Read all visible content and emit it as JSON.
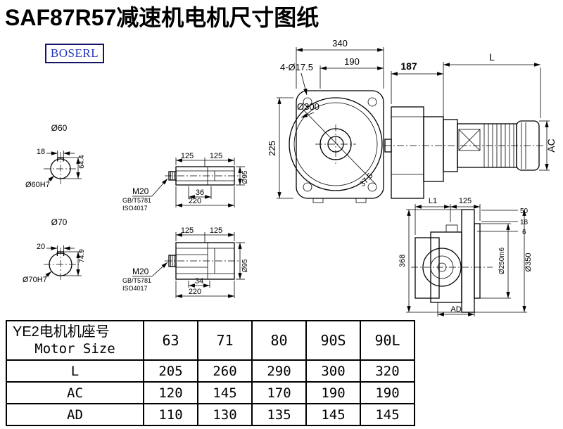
{
  "title": "SAF87R57减速机电机尺寸图纸",
  "logo": "BOSERL",
  "front_view": {
    "dim_width": "340",
    "dim_top": "190",
    "bolt_holes": "4-Ø17.5",
    "flange_dia": "Ø300",
    "dim_height": "225",
    "dim_angle": "37.5"
  },
  "side_view": {
    "dim_gearbox": "187",
    "dim_motor_len": "L",
    "dim_ac": "AC"
  },
  "shaft60": {
    "dia": "Ø60",
    "key_width": "18",
    "key_height": "64.4",
    "bore": "Ø60H7"
  },
  "shaft70": {
    "dia": "Ø70",
    "key_width": "20",
    "key_height": "74.9",
    "bore": "Ø70H7"
  },
  "shaft_top": {
    "dim_125a": "125",
    "dim_125b": "125",
    "thread": "M20",
    "std1": "GB/T5781",
    "std2": "ISO4017",
    "dim_key": "36",
    "dim_len": "220",
    "dia": "Ø95"
  },
  "shaft_bottom": {
    "dim_125a": "125",
    "dim_125b": "125",
    "thread": "M20",
    "std1": "GB/T5781",
    "std2": "ISO4017",
    "dim_key": "34",
    "dim_len": "220",
    "dia": "Ø95"
  },
  "rear_view": {
    "dim_l1": "L1",
    "dim_125": "125",
    "dim_50": "50",
    "dim_18": "18",
    "dim_6": "6",
    "dim_368": "368",
    "dia_spigot": "Ø250m6",
    "dia_flange": "Ø350",
    "dim_ad": "AD"
  },
  "table": {
    "header_line1": "YE2电机机座号",
    "header_line2": "Motor Size",
    "sizes": [
      "63",
      "71",
      "80",
      "90S",
      "90L"
    ],
    "rows": [
      {
        "label": "L",
        "values": [
          "205",
          "260",
          "290",
          "300",
          "320"
        ]
      },
      {
        "label": "AC",
        "values": [
          "120",
          "145",
          "170",
          "190",
          "190"
        ]
      },
      {
        "label": "AD",
        "values": [
          "110",
          "130",
          "135",
          "145",
          "145"
        ]
      }
    ]
  }
}
